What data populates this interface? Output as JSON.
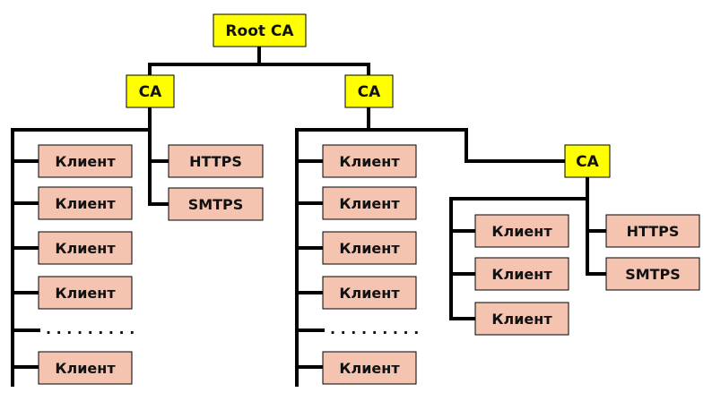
{
  "colors": {
    "ca_fill": "#ffff00",
    "leaf_fill": "#f4c4b0",
    "stroke": "#000000",
    "dots": "#111111"
  },
  "root": {
    "label": "Root CA"
  },
  "left_ca": {
    "label": "CA"
  },
  "right_ca": {
    "label": "CA"
  },
  "sub_ca": {
    "label": "CA"
  },
  "left_group": {
    "clients": [
      "Клиент",
      "Клиент",
      "Клиент",
      "Клиент",
      "Клиент"
    ],
    "ellipsis": ". . . . . . . . .",
    "servers": [
      "HTTPS",
      "SMTPS"
    ]
  },
  "right_group": {
    "clients": [
      "Клиент",
      "Клиент",
      "Клиент",
      "Клиент",
      "Клиент"
    ],
    "ellipsis": ". . . . . . . . ."
  },
  "sub_group": {
    "clients": [
      "Клиент",
      "Клиент",
      "Клиент"
    ],
    "servers": [
      "HTTPS",
      "SMTPS"
    ]
  }
}
